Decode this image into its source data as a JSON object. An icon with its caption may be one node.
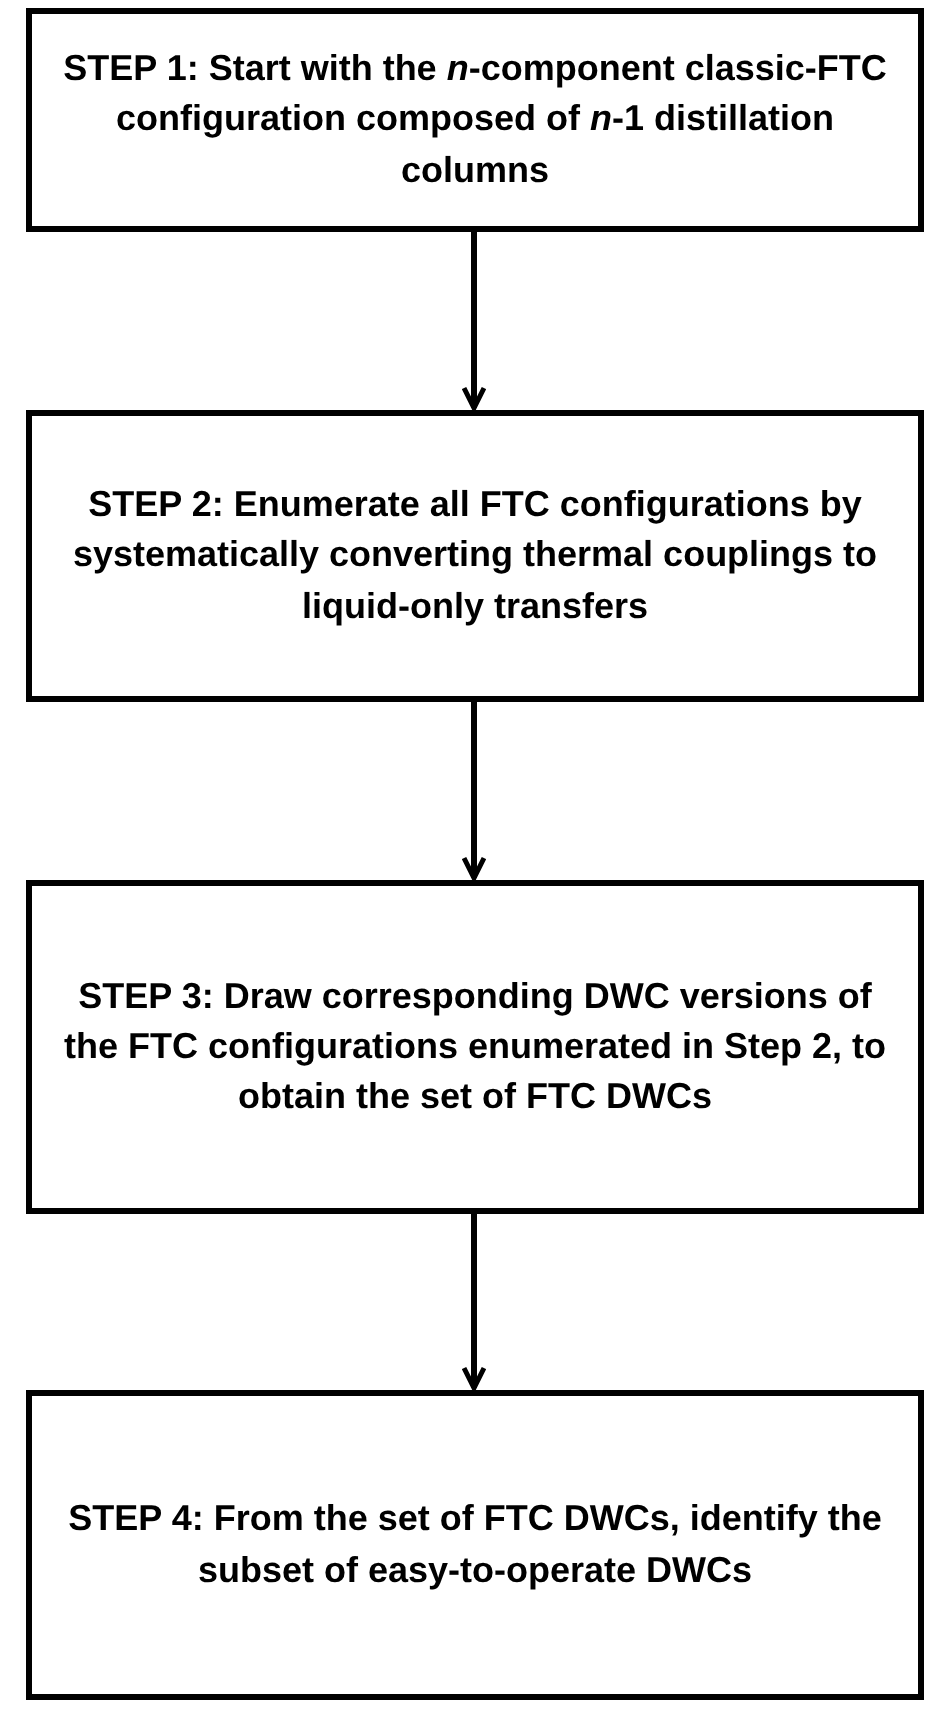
{
  "diagram": {
    "nodes": [
      {
        "text": [
          "STEP 1: Start with the *n*-component classic-FTC configuration composed of *n*-1 distillation columns"
        ]
      },
      {
        "text": [
          "STEP 2: Enumerate all FTC configurations by systematically converting thermal couplings to liquid-only transfers"
        ]
      },
      {
        "text": [
          "STEP 3: Draw corresponding DWC versions of the FTC configurations enumerated in Step 2, to obtain the set of FTC DWCs"
        ]
      },
      {
        "text": [
          "STEP 4: From the set of FTC DWCs, identify the subset of easy-to-operate DWCs"
        ]
      }
    ],
    "edges": [
      {
        "from": 0,
        "to": 1,
        "arrow": "to"
      },
      {
        "from": 1,
        "to": 2,
        "arrow": "to"
      },
      {
        "from": 2,
        "to": 3,
        "arrow": "to"
      }
    ]
  }
}
